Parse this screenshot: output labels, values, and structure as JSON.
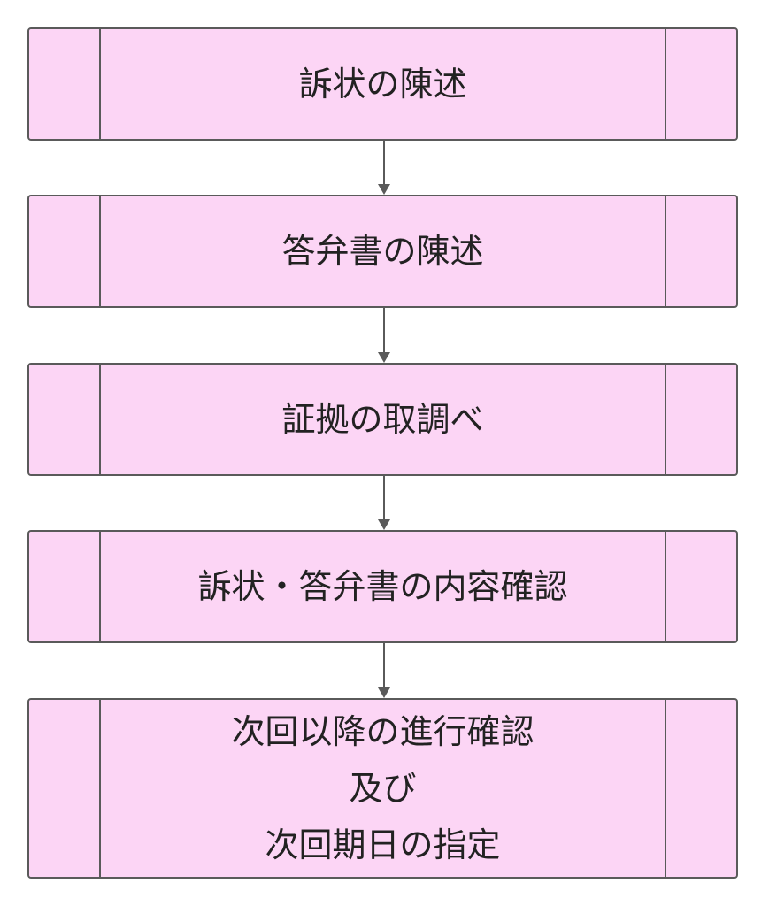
{
  "flowchart": {
    "steps": [
      {
        "label": "訴状の陳述"
      },
      {
        "label": "答弁書の陳述"
      },
      {
        "label": "証拠の取調べ"
      },
      {
        "label": "訴状・答弁書の内容確認"
      },
      {
        "label": "次回以降の進行確認\n及び\n次回期日の指定"
      }
    ]
  },
  "colors": {
    "node_fill": "#fcd5f5",
    "node_border": "#5a5a5a",
    "arrow": "#5a5a5a",
    "text": "#222222"
  }
}
